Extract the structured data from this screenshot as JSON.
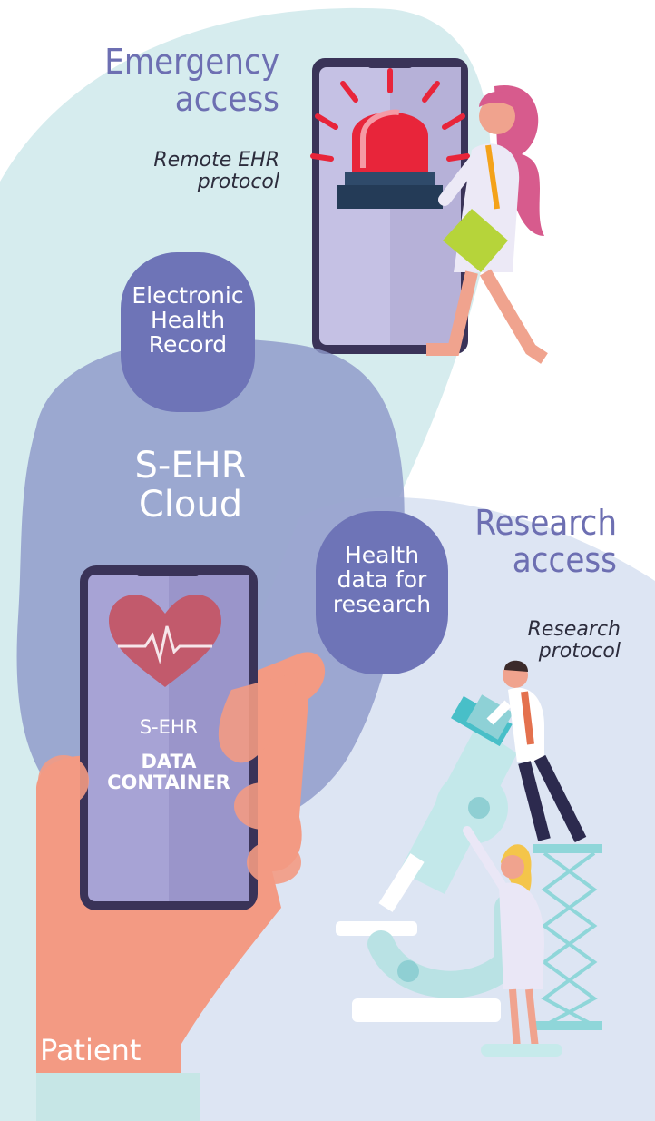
{
  "emergency": {
    "title_line1": "Emergency",
    "title_line2": "access",
    "protocol_line1": "Remote EHR",
    "protocol_line2": "protocol"
  },
  "ehr_bubble": {
    "line1": "Electronic",
    "line2": "Health",
    "line3": "Record"
  },
  "cloud": {
    "line1": "S-EHR",
    "line2": "Cloud"
  },
  "research": {
    "title_line1": "Research",
    "title_line2": "access",
    "protocol_line1": "Research",
    "protocol_line2": "protocol"
  },
  "research_bubble": {
    "line1": "Health",
    "line2": "data for",
    "line3": "research"
  },
  "phone": {
    "line1": "S-EHR",
    "line2": "DATA",
    "line3": "CONTAINER"
  },
  "patient": {
    "label": "Patient"
  },
  "colors": {
    "teal_bg": "#d6ecee",
    "lavender_bg": "#dde5f3",
    "cloud": "#8e98c9",
    "bubble": "#6e74b7",
    "title": "#6d6fb2",
    "siren": "#e8253a",
    "heart": "#c25a6c",
    "skin": "#f39a83"
  },
  "icons": [
    "siren-icon",
    "heart-pulse-icon",
    "doctor-figure-icon",
    "microscope-icon",
    "researcher-figure-icon",
    "hand-icon"
  ]
}
